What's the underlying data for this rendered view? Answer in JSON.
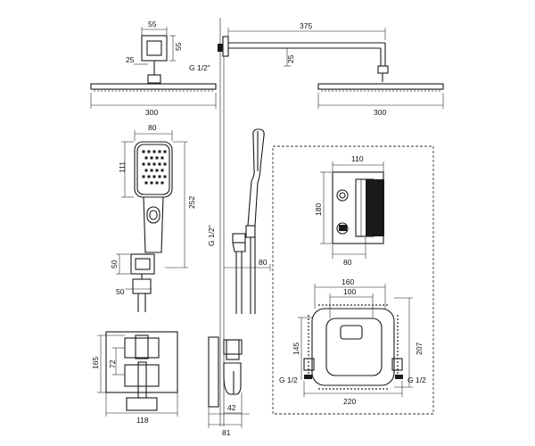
{
  "labels": {
    "head_mount_w": "55",
    "head_mount_h": "55",
    "head_arm_offset": "25",
    "head_left_w": "300",
    "arm_length": "375",
    "thread_top": "G 1/2\"",
    "arm_drop": "25",
    "head_right_w": "300",
    "hand_w": "80",
    "hand_h1": "111",
    "hand_h2": "252",
    "bracket_h": "50",
    "bracket_w": "50",
    "thread_side": "G 1/2\"",
    "hose_off": "80",
    "body_w": "110",
    "body_h": "180",
    "body_depth": "80",
    "plate_w1": "160",
    "plate_w2": "100",
    "plate_h1": "145",
    "plate_h2": "207",
    "thread_bl": "G 1/2",
    "thread_br": "G 1/2",
    "plate_w3": "220",
    "valve_h1": "165",
    "valve_h2": "72",
    "valve_w": "118",
    "valve_d1": "42",
    "valve_d2": "81"
  }
}
